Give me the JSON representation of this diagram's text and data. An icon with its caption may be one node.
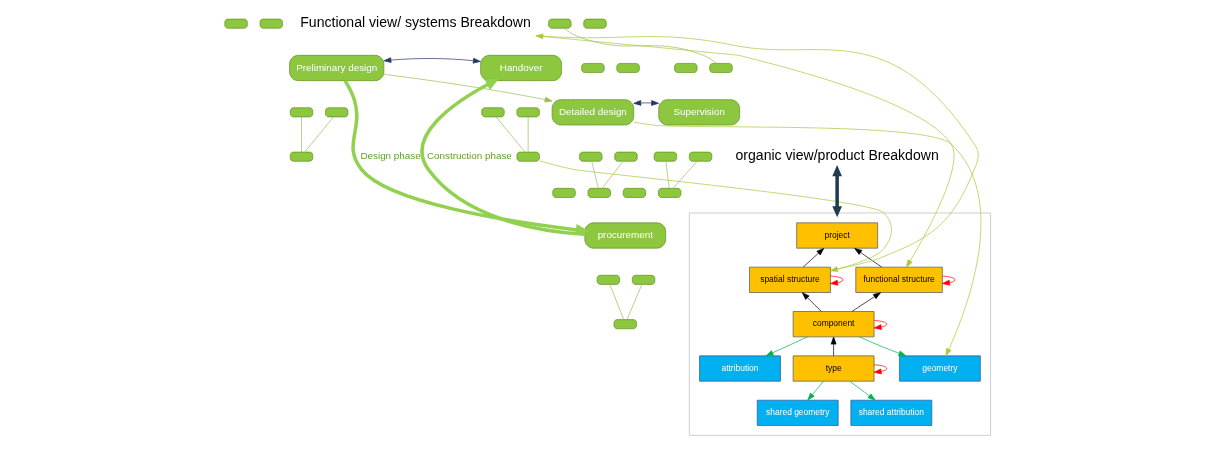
{
  "diagram": {
    "nodes": [
      {
        "text": [],
        "shape": "box"
      },
      {
        "text": [],
        "shape": "box"
      },
      {
        "text": [
          "Preliminary design"
        ]
      },
      {
        "text": [],
        "shape": "box"
      },
      {
        "text": [],
        "shape": "box"
      },
      {
        "text": [],
        "shape": "box"
      },
      {
        "text": [],
        "shape": "box"
      },
      {
        "text": [],
        "shape": "box"
      },
      {
        "text": [
          "Handover"
        ]
      },
      {
        "text": [],
        "shape": "box"
      },
      {
        "text": [],
        "shape": "box"
      },
      {
        "text": [],
        "shape": "box"
      },
      {
        "text": [],
        "shape": "box"
      },
      {
        "text": [],
        "shape": "box"
      },
      {
        "text": [
          "Detailed design"
        ]
      },
      {
        "text": [],
        "shape": "box"
      },
      {
        "text": [],
        "shape": "box"
      },
      {
        "text": [],
        "shape": "box"
      },
      {
        "text": [],
        "shape": "box"
      },
      {
        "text": [],
        "shape": "box"
      },
      {
        "text": [
          "Supervision"
        ]
      },
      {
        "text": [],
        "shape": "box"
      },
      {
        "text": [],
        "shape": "box"
      },
      {
        "text": [],
        "shape": "box"
      },
      {
        "text": [],
        "shape": "box"
      },
      {
        "text": [],
        "shape": "box"
      },
      {
        "text": [
          "procurement"
        ]
      },
      {
        "text": [],
        "shape": "box"
      },
      {
        "text": [],
        "shape": "box"
      },
      {
        "text": [],
        "shape": "box"
      },
      {
        "text": [
          "Functional view/ systems Breakdown"
        ]
      },
      {
        "text": [
          "organic view/product Breakdown"
        ]
      },
      {
        "text": [],
        "shape": "box"
      },
      {
        "text": [
          "project"
        ],
        "in": 32
      },
      {
        "text": [
          "spatial structure"
        ],
        "in": 32
      },
      {
        "text": [
          "functional structure"
        ],
        "in": 32
      },
      {
        "text": [
          "component"
        ],
        "in": 32
      },
      {
        "text": [
          "geometry"
        ],
        "in": 32
      },
      {
        "text": [
          "attribution"
        ],
        "in": 32
      },
      {
        "text": [
          "type"
        ],
        "in": 32
      },
      {
        "text": [
          "shared geometry"
        ],
        "in": 32
      },
      {
        "text": [
          "shared attribution"
        ],
        "in": 32
      }
    ],
    "edges": [
      {
        "from": 3,
        "to": 5,
        "arrow": "none",
        "color": "#9bbb59"
      },
      {
        "from": 4,
        "to": 5,
        "arrow": "none",
        "color": "#9bbb59"
      },
      {
        "from": 9,
        "to": 11,
        "arrow": "none",
        "color": "#9bbb59"
      },
      {
        "from": 10,
        "to": 11,
        "arrow": "none",
        "color": "#9bbb59"
      },
      {
        "from": 15,
        "to": 17,
        "arrow": "none",
        "color": "#9bbb59"
      },
      {
        "from": 16,
        "to": 17,
        "arrow": "none",
        "color": "#9bbb59"
      },
      {
        "from": 21,
        "to": 23,
        "arrow": "none",
        "color": "#9bbb59"
      },
      {
        "from": 22,
        "to": 23,
        "arrow": "none",
        "color": "#9bbb59"
      },
      {
        "from": 27,
        "to": 29,
        "arrow": "none",
        "color": "#9bbb59"
      },
      {
        "from": 28,
        "to": 29,
        "arrow": "none",
        "color": "#9bbb59"
      },
      {
        "from": 2,
        "to": 8,
        "arrow": "both",
        "color": "#1f3864"
      },
      {
        "from": 14,
        "to": 20,
        "arrow": "both",
        "color": "#1f3864"
      },
      {
        "from": 2,
        "to": 14,
        "arrow": "to",
        "color": "#9bbb59"
      },
      {
        "from": 6,
        "to": 19,
        "arrow": "none",
        "color": "#9bbb59"
      },
      {
        "from": 2,
        "to": 26,
        "arrow": "to",
        "label": "Design phase",
        "style": "thick",
        "color": "#92d050"
      },
      {
        "from": 26,
        "to": 8,
        "arrow": "to",
        "label": "Construction phase",
        "style": "thick",
        "color": "#92d050"
      },
      {
        "from": 34,
        "to": 30,
        "arrow": "to",
        "color": "#a6c93a"
      },
      {
        "from": 30,
        "to": 35,
        "arrow": "to",
        "color": "#a6c93a"
      },
      {
        "from": 11,
        "to": 34,
        "arrow": "to",
        "color": "#a6c93a"
      },
      {
        "from": 14,
        "to": 37,
        "arrow": "to",
        "color": "#a6c93a"
      },
      {
        "from": 31,
        "to": 32,
        "arrow": "both",
        "style": "thick",
        "color": "#1f3b4d"
      },
      {
        "from": 34,
        "to": 33,
        "arrow": "to",
        "color": "#000000"
      },
      {
        "from": 35,
        "to": 33,
        "arrow": "to",
        "color": "#000000"
      },
      {
        "from": 36,
        "to": 34,
        "arrow": "to",
        "color": "#000000"
      },
      {
        "from": 36,
        "to": 35,
        "arrow": "to",
        "color": "#000000"
      },
      {
        "from": 39,
        "to": 36,
        "arrow": "to",
        "color": "#000000"
      },
      {
        "from": 36,
        "to": 37,
        "arrow": "to",
        "color": "#00b050"
      },
      {
        "from": 36,
        "to": 38,
        "arrow": "to",
        "color": "#00b050"
      },
      {
        "from": 39,
        "to": 40,
        "arrow": "to",
        "color": "#00b050"
      },
      {
        "from": 39,
        "to": 41,
        "arrow": "to",
        "color": "#00b050"
      },
      {
        "from": 34,
        "to": 34,
        "arrow": "to",
        "color": "#ff0000"
      },
      {
        "from": 35,
        "to": 35,
        "arrow": "to",
        "color": "#ff0000"
      },
      {
        "from": 36,
        "to": 36,
        "arrow": "to",
        "color": "#ff0000"
      },
      {
        "from": 39,
        "to": 39,
        "arrow": "to",
        "color": "#ff0000"
      }
    ]
  }
}
